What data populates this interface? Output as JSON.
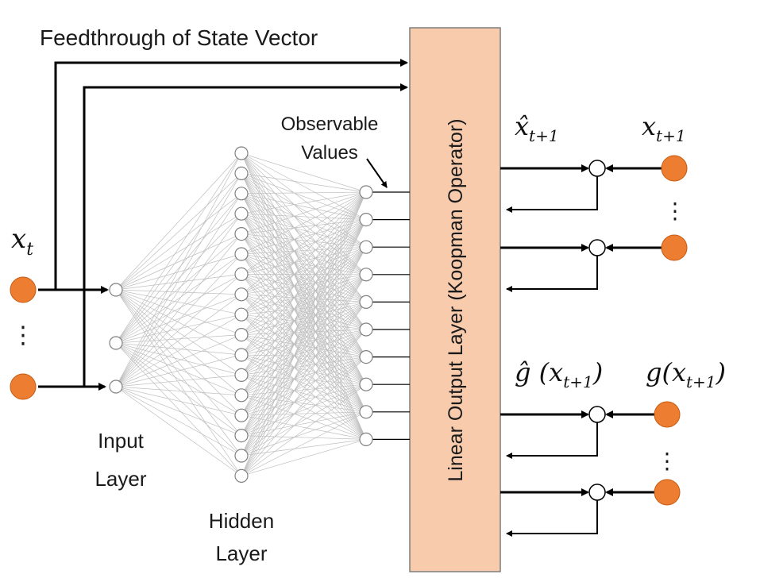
{
  "labels": {
    "feedthrough": "Feedthrough of State Vector",
    "observable_line1": "Observable",
    "observable_line2": "Values",
    "input_line1": "Input",
    "input_line2": "Layer",
    "hidden_line1": "Hidden",
    "hidden_line2": "Layer",
    "koopman": "Linear Output Layer (Koopman Operator)"
  },
  "math": {
    "x_t": "x",
    "x_t_sub": "t",
    "x_hat_next": "x̂",
    "x_hat_next_sub": "t+1",
    "x_next": "x",
    "x_next_sub": "t+1",
    "g_hat": "ĝ (x",
    "g_hat_sub": "t+1",
    "g_hat_close": ")",
    "g_next": "g(x",
    "g_next_sub": "t+1",
    "g_next_close": ")"
  },
  "ellipsis": "⋮",
  "colors": {
    "state_node": "#ED7D31",
    "koopman_fill": "#F8CBAD",
    "koopman_stroke": "#7F7F7F",
    "mesh": "#BFBFBF",
    "neuron_stroke": "#808080"
  },
  "network": {
    "input_nodes": 3,
    "hidden_nodes": 17,
    "observable_nodes": 10
  }
}
